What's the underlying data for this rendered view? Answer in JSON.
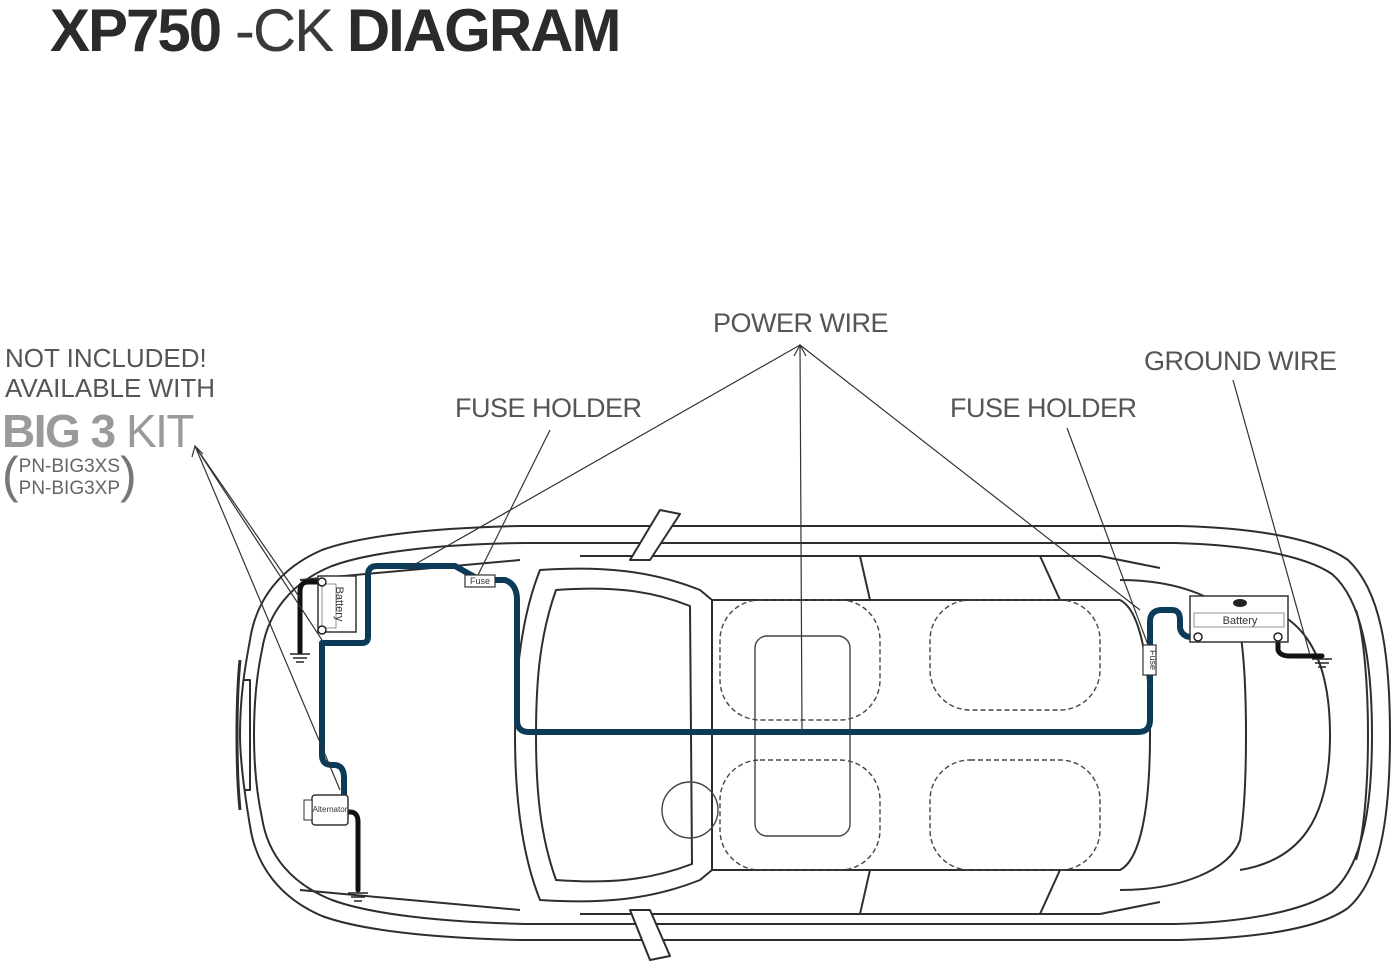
{
  "title": {
    "model": "XP750",
    "sep": "-",
    "suffix": "CK",
    "word": "DIAGRAM"
  },
  "labels": {
    "power_wire": "POWER WIRE",
    "ground_wire": "GROUND WIRE",
    "fuse_holder_front": "FUSE HOLDER",
    "fuse_holder_rear": "FUSE HOLDER"
  },
  "note": {
    "line1": "NOT INCLUDED!",
    "line2": "AVAILABLE WITH",
    "kit_bold": "BIG 3",
    "kit_light": "KIT",
    "part1": "PN-BIG3XS",
    "part2": "PN-BIG3XP"
  },
  "components": {
    "front_battery": "Battery",
    "rear_battery": "Battery",
    "front_fuse": "Fuse",
    "rear_fuse": "Fuse",
    "alternator": "Alternator"
  },
  "colors": {
    "power_wire": "#0b3b57",
    "ground_wire": "#111111",
    "outline": "#2e2e2e"
  }
}
